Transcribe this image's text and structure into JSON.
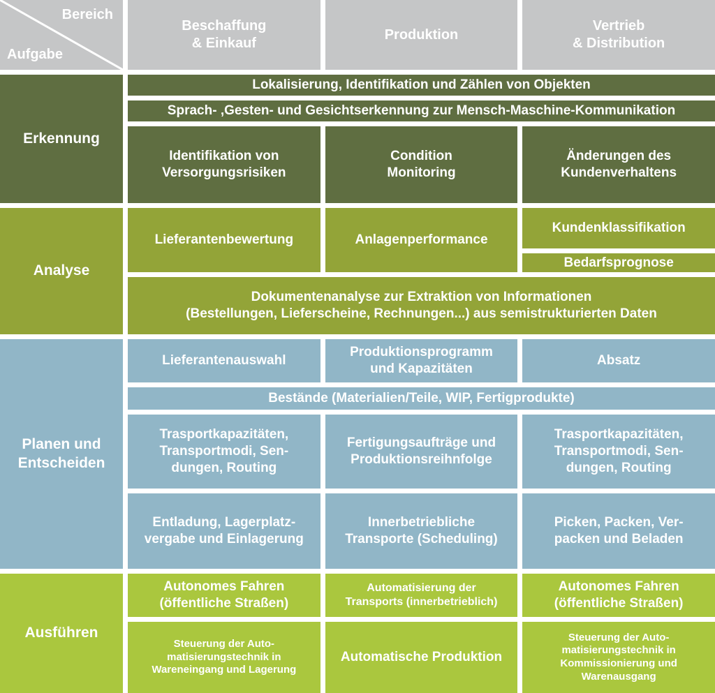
{
  "palette": {
    "header_gray": "#c5c6c7",
    "erkennung_dark_olive": "#5f6e41",
    "analyse_olive": "#93a438",
    "planen_blue": "#91b6c7",
    "ausfuehren_light_green": "#aac73e",
    "text": "#ffffff"
  },
  "header": {
    "corner_top": "Bereich",
    "corner_bottom": "Aufgabe",
    "col1": "Beschaffung\n& Einkauf",
    "col2": "Produktion",
    "col3": "Vertrieb\n& Distribution"
  },
  "erkennung": {
    "label": "Erkennung",
    "span1": "Lokalisierung, Identifikation und Zählen von Objekten",
    "span2": "Sprach- ,Gesten- und Gesichtserkennung zur Mensch-Maschine-Kommunikation",
    "c1": "Identifikation von\nVersorgungsrisiken",
    "c2": "Condition\nMonitoring",
    "c3": "Änderungen des\nKundenverhaltens"
  },
  "analyse": {
    "label": "Analyse",
    "c1": "Lieferantenbewertung",
    "c2": "Anlagenperformance",
    "c3a": "Kundenklassifikation",
    "c3b": "Bedarfsprognose",
    "span": "Dokumentenanalyse zur Extraktion von Informationen\n(Bestellungen, Lieferscheine, Rechnungen...) aus semistrukturierten Daten"
  },
  "planen": {
    "label": "Planen und\nEntscheiden",
    "r1c1": "Lieferantenauswahl",
    "r1c2": "Produktionsprogramm\nund Kapazitäten",
    "r1c3": "Absatz",
    "span": "Bestände (Materialien/Teile, WIP, Fertigprodukte)",
    "r2c1": "Trasportkapazitäten,\nTransportmodi, Sen-\ndungen, Routing",
    "r2c2": "Fertigungsaufträge und\nProduktionsreihnfolge",
    "r2c3": "Trasportkapazitäten,\nTransportmodi, Sen-\ndungen, Routing",
    "r3c1": "Entladung, Lagerplatz-\nvergabe und Einlagerung",
    "r3c2": "Innerbetriebliche\nTransporte (Scheduling)",
    "r3c3": "Picken, Packen, Ver-\npacken und Beladen"
  },
  "ausfuehren": {
    "label": "Ausführen",
    "r1c1": "Autonomes Fahren\n(öffentliche Straßen)",
    "r1c2": "Automatisierung der\nTransports (innerbetrieblich)",
    "r1c3": "Autonomes Fahren\n(öffentliche Straßen)",
    "r2c1": "Steuerung der Auto-\nmatisierungstechnik in\nWareneingang und Lagerung",
    "r2c2": "Automatische Produktion",
    "r2c3": "Steuerung der Auto-\nmatisierungstechnik in\nKommissionierung und\nWarenausgang"
  }
}
